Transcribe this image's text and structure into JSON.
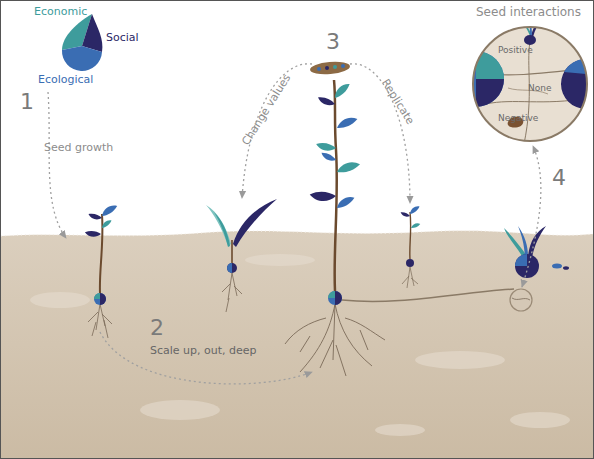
{
  "diagram": {
    "nodes": [
      {
        "text": [
          "Economic",
          "Social",
          "Ecological"
        ]
      },
      {
        "text": [
          "Seed interactions",
          "Positive",
          "None",
          "Negative"
        ]
      }
    ],
    "labels": [
      "1",
      "Seed growth",
      "2",
      "Scale up, out, deep",
      "3",
      "Change values",
      "Replicate",
      "4"
    ]
  }
}
